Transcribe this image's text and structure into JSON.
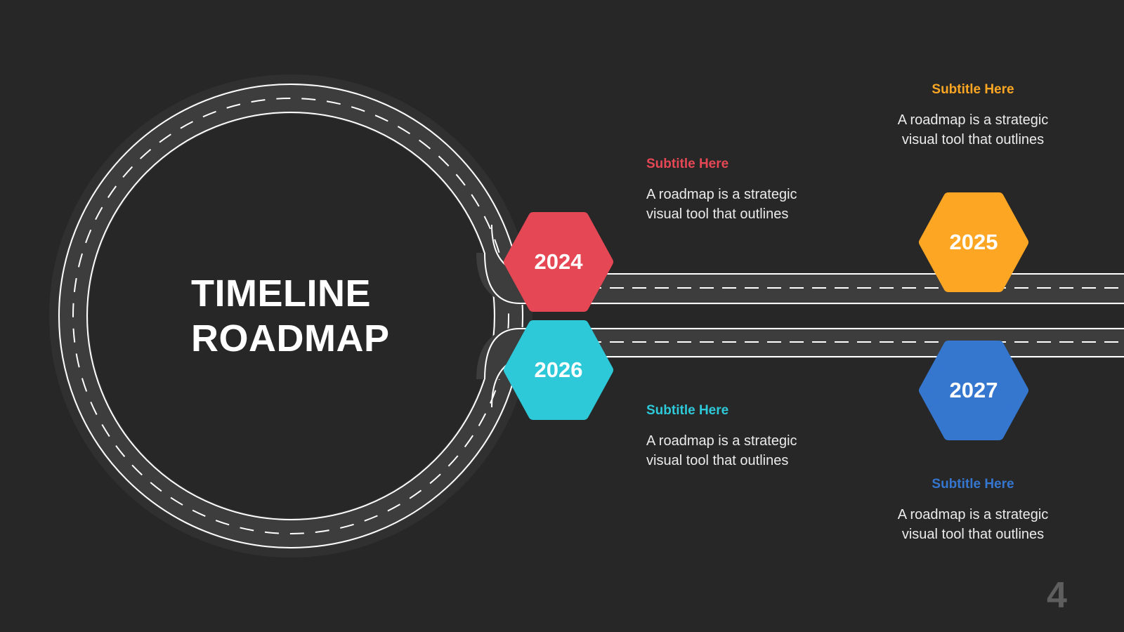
{
  "title": {
    "line1": "TIMELINE",
    "line2": "ROADMAP"
  },
  "milestones": [
    {
      "year": "2024",
      "color": "#e54854",
      "subtitle": "Subtitle Here",
      "text": "A roadmap is a strategic visual tool that outlines"
    },
    {
      "year": "2025",
      "color": "#fca623",
      "subtitle": "Subtitle Here",
      "text": "A roadmap is a strategic visual tool that outlines"
    },
    {
      "year": "2026",
      "color": "#2ec9d9",
      "subtitle": "Subtitle Here",
      "text": "A roadmap is a strategic visual tool that outlines"
    },
    {
      "year": "2027",
      "color": "#3576cf",
      "subtitle": "Subtitle Here",
      "text": "A roadmap is a strategic visual tool that outlines"
    }
  ],
  "page_number": "4",
  "colors": {
    "background": "#272727",
    "road": "#3d3d3d",
    "road_edge": "#ffffff"
  }
}
